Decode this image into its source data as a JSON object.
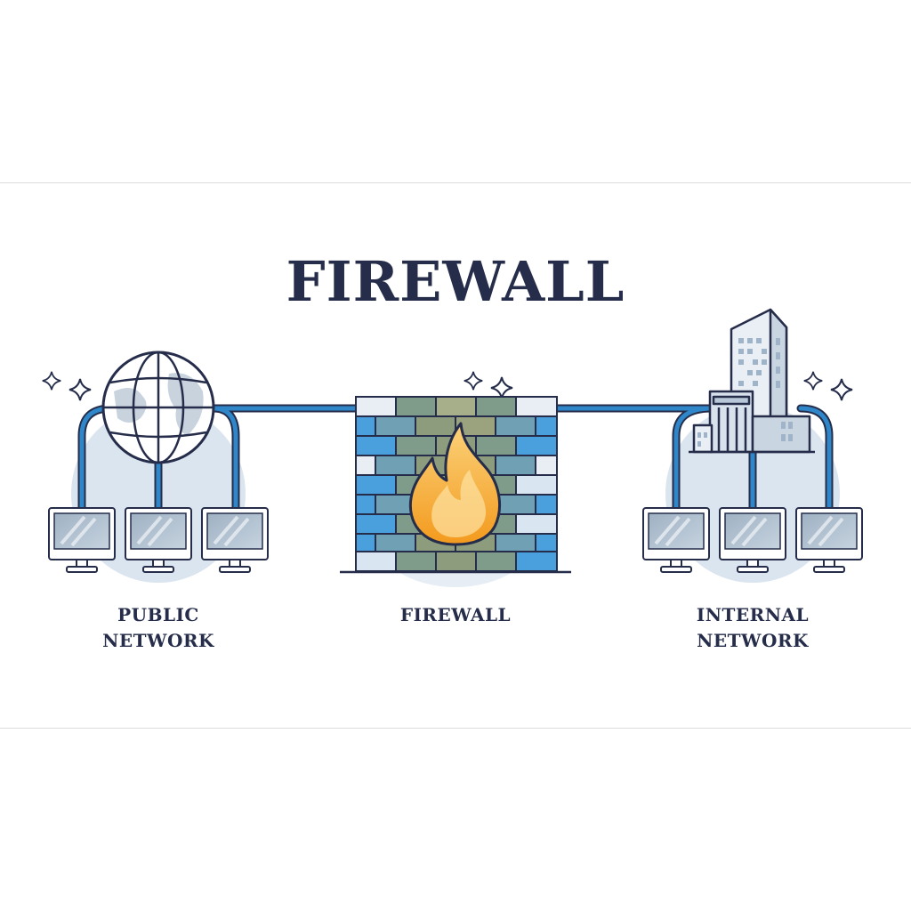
{
  "title": "FIREWALL",
  "sections": {
    "public": {
      "line1": "PUBLIC",
      "line2": "NETWORK"
    },
    "firewall": {
      "label": "FIREWALL"
    },
    "internal": {
      "line1": "INTERNAL",
      "line2": "NETWORK"
    }
  },
  "icons": {
    "globe": "globe-icon",
    "flame": "flame-icon",
    "building": "office-building-icon",
    "monitor": "monitor-icon",
    "sparkle": "sparkle-icon"
  },
  "colors": {
    "outline": "#252d4a",
    "cable": "#2f86c8",
    "blob": "#dbe5ef",
    "brick_blue": "#4aa0dc",
    "brick_olive": "#7f9b86",
    "flame": "#f6b73c",
    "screen": "#a8b8c8"
  }
}
